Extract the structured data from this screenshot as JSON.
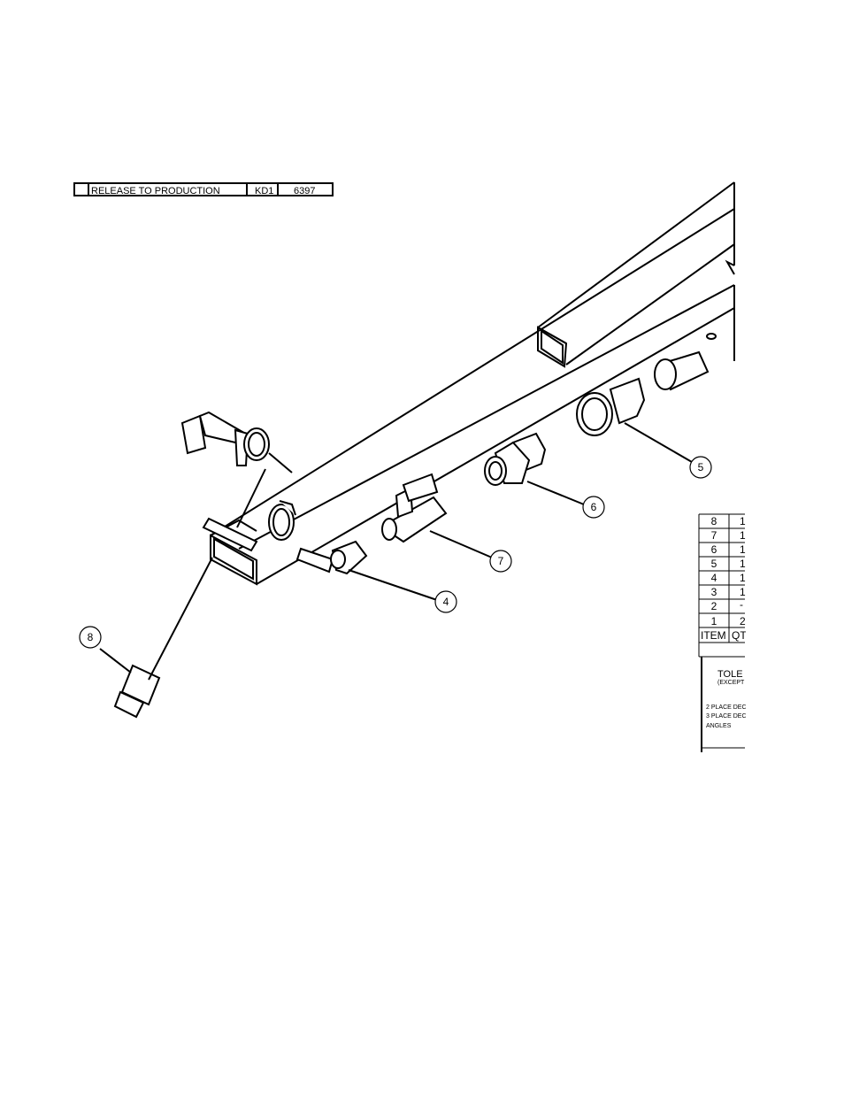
{
  "revision_block": {
    "description": "RELEASE TO PRODUCTION",
    "approved_by": "KD1",
    "date": "6397"
  },
  "balloons": [
    {
      "id": "balloon-4",
      "label": "4"
    },
    {
      "id": "balloon-5",
      "label": "5"
    },
    {
      "id": "balloon-6",
      "label": "6"
    },
    {
      "id": "balloon-7",
      "label": "7"
    },
    {
      "id": "balloon-8",
      "label": "8"
    }
  ],
  "bom": {
    "rows": [
      {
        "item": "8",
        "qty": "1"
      },
      {
        "item": "7",
        "qty": "1"
      },
      {
        "item": "6",
        "qty": "1"
      },
      {
        "item": "5",
        "qty": "1"
      },
      {
        "item": "4",
        "qty": "1"
      },
      {
        "item": "3",
        "qty": "1"
      },
      {
        "item": "2",
        "qty": "-"
      },
      {
        "item": "1",
        "qty": "2"
      }
    ],
    "header_item": "ITEM",
    "header_qty": "QT"
  },
  "tolerance_block": {
    "title": "TOLE",
    "subtitle": "(EXCEPT",
    "lines": [
      "2 PLACE DEC",
      "3 PLACE DEC",
      "ANGLES"
    ]
  }
}
